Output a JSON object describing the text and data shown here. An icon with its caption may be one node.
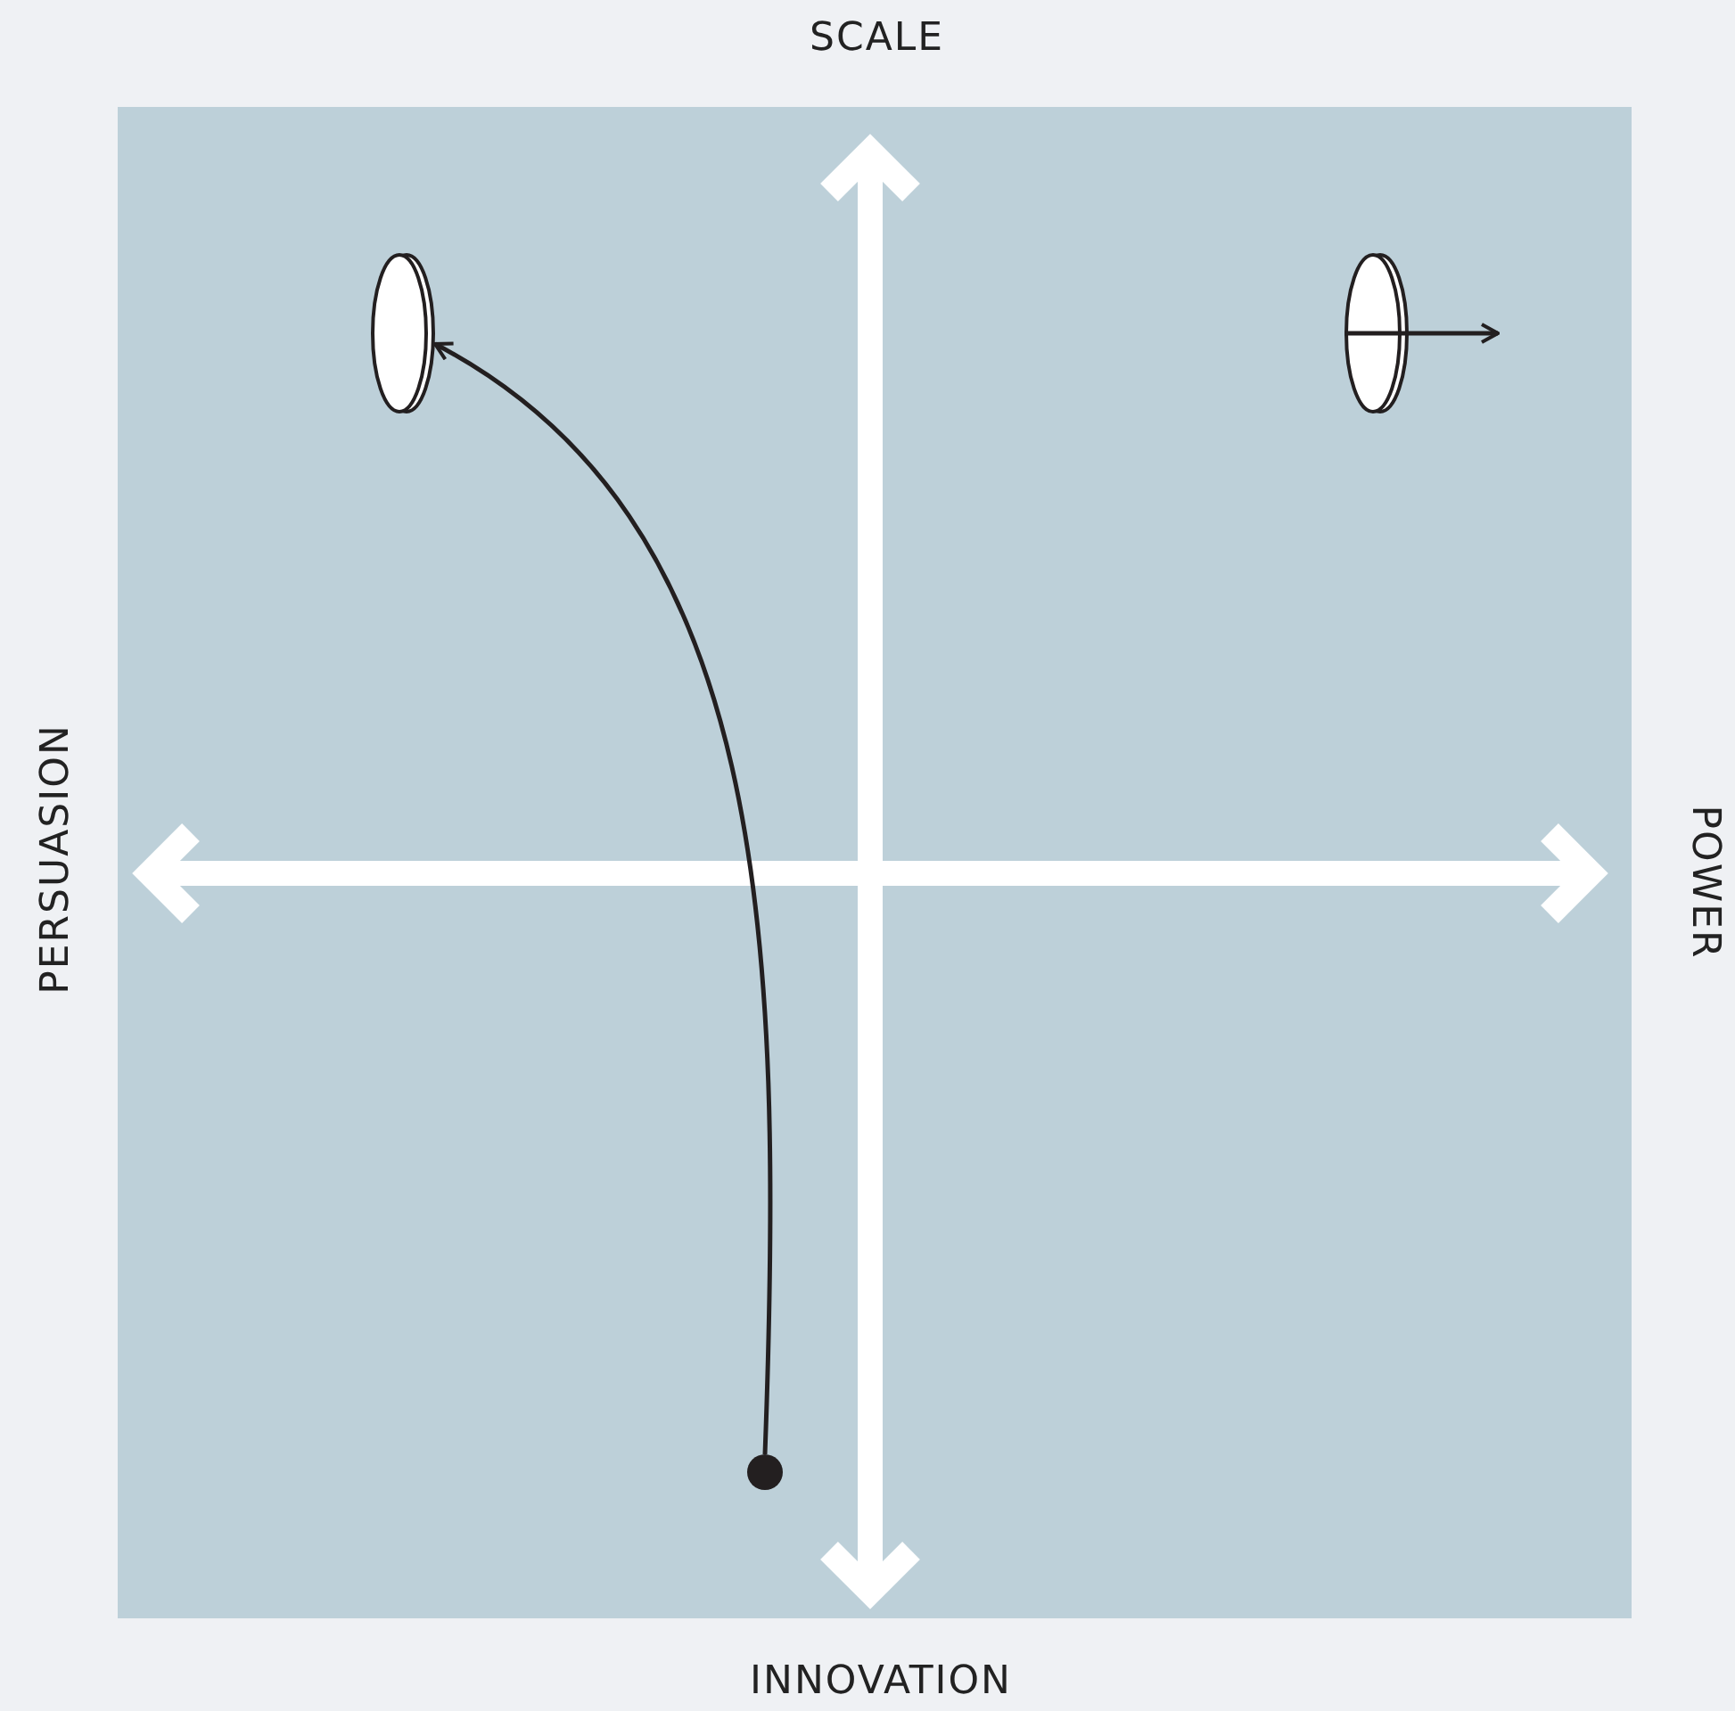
{
  "diagram": {
    "nodes": [
      {
        "text": [],
        "shape": "disc"
      },
      {
        "text": [],
        "shape": "disc"
      },
      {
        "text": [],
        "shape": "circle"
      }
    ],
    "edges": [
      {
        "from": 2,
        "to": 0,
        "arrow": "to"
      },
      {
        "from": 1,
        "to": null,
        "arrow": "to"
      }
    ],
    "labels": [
      "SCALE",
      "PERSUASION",
      "POWER",
      "INNOVATION"
    ]
  }
}
